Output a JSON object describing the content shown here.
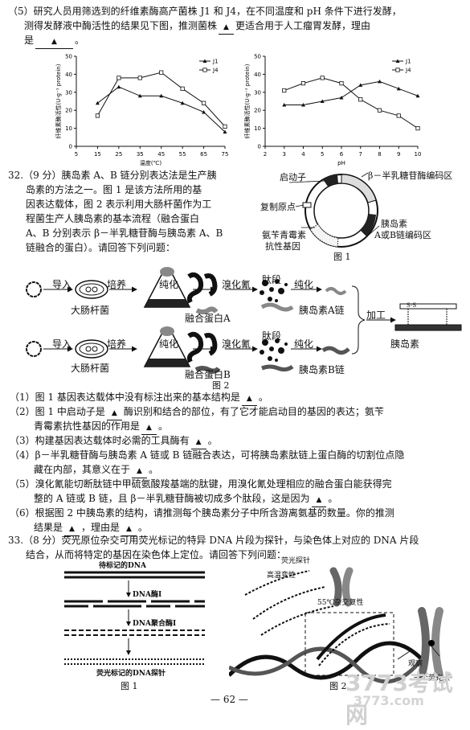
{
  "q5": {
    "line1": "（5）研究人员用筛选到的纤维素酶高产菌株 J1 和 J4，在不同温度和 pH 条件下进行发酵，",
    "line2a": "测得发酵液中酶活性的结果见下图，推测菌株",
    "line2b": "更适合用于人工瘤胃发酵，理由",
    "line3a": "是",
    "line3b": "。",
    "marker": "▲"
  },
  "chart_data": [
    {
      "type": "line",
      "xlabel": "温度(℃)",
      "ylabel": "纤维素酶活性(U·g⁻¹ protein)",
      "x": [
        15,
        25,
        35,
        45,
        55,
        65,
        75
      ],
      "xticks": [
        5,
        15,
        25,
        35,
        45,
        55,
        65,
        75
      ],
      "yticks": [
        0,
        10,
        20,
        30,
        40,
        50
      ],
      "xlim": [
        5,
        75
      ],
      "ylim": [
        0,
        50
      ],
      "legend": "top-right",
      "series": [
        {
          "name": "J1",
          "values": [
            24,
            33,
            28,
            28,
            24,
            19,
            8
          ]
        },
        {
          "name": "J4",
          "values": [
            17,
            38,
            38,
            41,
            32,
            24,
            11
          ]
        }
      ]
    },
    {
      "type": "line",
      "xlabel": "pH",
      "ylabel": "纤维素酶活性(U·g⁻¹ protein)",
      "x": [
        3,
        4,
        5,
        6,
        7,
        8,
        9,
        10
      ],
      "xticks": [
        2,
        3,
        4,
        5,
        6,
        7,
        8,
        9,
        10
      ],
      "yticks": [
        0,
        10,
        20,
        30,
        40,
        50
      ],
      "xlim": [
        2,
        10
      ],
      "ylim": [
        0,
        50
      ],
      "legend": "top-right",
      "series": [
        {
          "name": "J1",
          "values": [
            23,
            23,
            25,
            27,
            34,
            36,
            32,
            28
          ]
        },
        {
          "name": "J4",
          "values": [
            31,
            35,
            38,
            35,
            26,
            20,
            17,
            10
          ]
        }
      ]
    }
  ],
  "q32": {
    "intro": [
      "32.（9 分）胰岛素 A、B 链分别表达法是生产胰",
      "岛素的方法之一。图 1 是该方法所用的基",
      "因表达载体，图 2 表示利用大肠杆菌作为工",
      "程菌生产人胰岛素的基本流程（融合蛋白",
      "A、B 分别表示 β－半乳糖苷酶与胰岛素 A、B",
      "链融合的蛋白）。请回答下列问题："
    ],
    "fig1": {
      "promoter": "启动子",
      "beta_gal": "β－半乳糖苷酶编码区",
      "ori": "复制原点",
      "insulin1": "胰岛素",
      "insulin2": "A或B链编码区",
      "amp1": "氨苄青霉素",
      "amp2": "抗性基因",
      "caption": "图 1"
    },
    "fig2": {
      "import": "导入",
      "culture": "培养",
      "purify": "纯化",
      "cnbr": "溴化氰",
      "peptide": "肽段",
      "ecoli": "大肠杆菌",
      "fusion_a": "融合蛋白A",
      "fusion_b": "融合蛋白B",
      "chain_a": "胰岛素A链",
      "chain_b": "胰岛素B链",
      "process": "加工",
      "insulin": "胰岛素",
      "ss": "S-S",
      "caption": "图 2"
    },
    "questions": [
      [
        "（1）图 1 基因表达载体中没有标注出来的基本结构是",
        "▲",
        "。"
      ],
      [
        "（2）图 1 中启动子是",
        "▲",
        "酶识别和结合的部位，有了它才能启动目的基因的表达；氨苄"
      ],
      [
        "青霉素抗性基因的作用是",
        "▲",
        "。"
      ],
      [
        "（3）构建基因表达载体时必需的工具酶有",
        "▲",
        "。"
      ],
      [
        "（4）β－半乳糖苷酶与胰岛素 A 链或 B 链融合表达，可将胰岛素肽链上蛋白酶的切割位点隐",
        "",
        ""
      ],
      [
        "藏在内部，其意义在于",
        "▲",
        "。"
      ],
      [
        "（5）溴化氰能切断肽链中甲硫氨酸羧基端的肽键，用溴化氰处理相应的融合蛋白能获得完",
        "",
        ""
      ],
      [
        "整的 A 链或 B 链，且 β－半乳糖苷酶被切成多个肽段，这是因为",
        "▲",
        "。"
      ],
      [
        "（6）根据图 2 中胰岛素的结构，请推测每个胰岛素分子中所含游离氨基的数量。你的推测",
        "",
        ""
      ],
      [
        "结果是",
        "▲",
        "，理由是"
      ]
    ],
    "q6_tail_marker": "▲",
    "q6_tail_end": "。"
  },
  "q33": {
    "line1": "33.（8 分）荧光原位杂交可用荧光标记的特异 DNA 片段为探针，与染色体上对应的 DNA 片段",
    "line2": "结合，从而将特定的基因在染色体上定位。请回答下列问题：",
    "fig1": {
      "dna": "待标记的DNA",
      "dnase": "DNA酶Ⅰ",
      "polymerase": "DNA聚合酶Ⅰ",
      "probe": "荧光标记的DNA探针",
      "caption": "图 1"
    },
    "fig2": {
      "probe": "荧光探针",
      "denature": "高温变性",
      "hybrid": "55℃杂交复性",
      "observe": "观察",
      "spot": "一个荧光点",
      "caption": "图 2"
    }
  },
  "page_number": "— 62 —",
  "watermark": {
    "logo": "3773考试网",
    "url": "3773.com"
  }
}
